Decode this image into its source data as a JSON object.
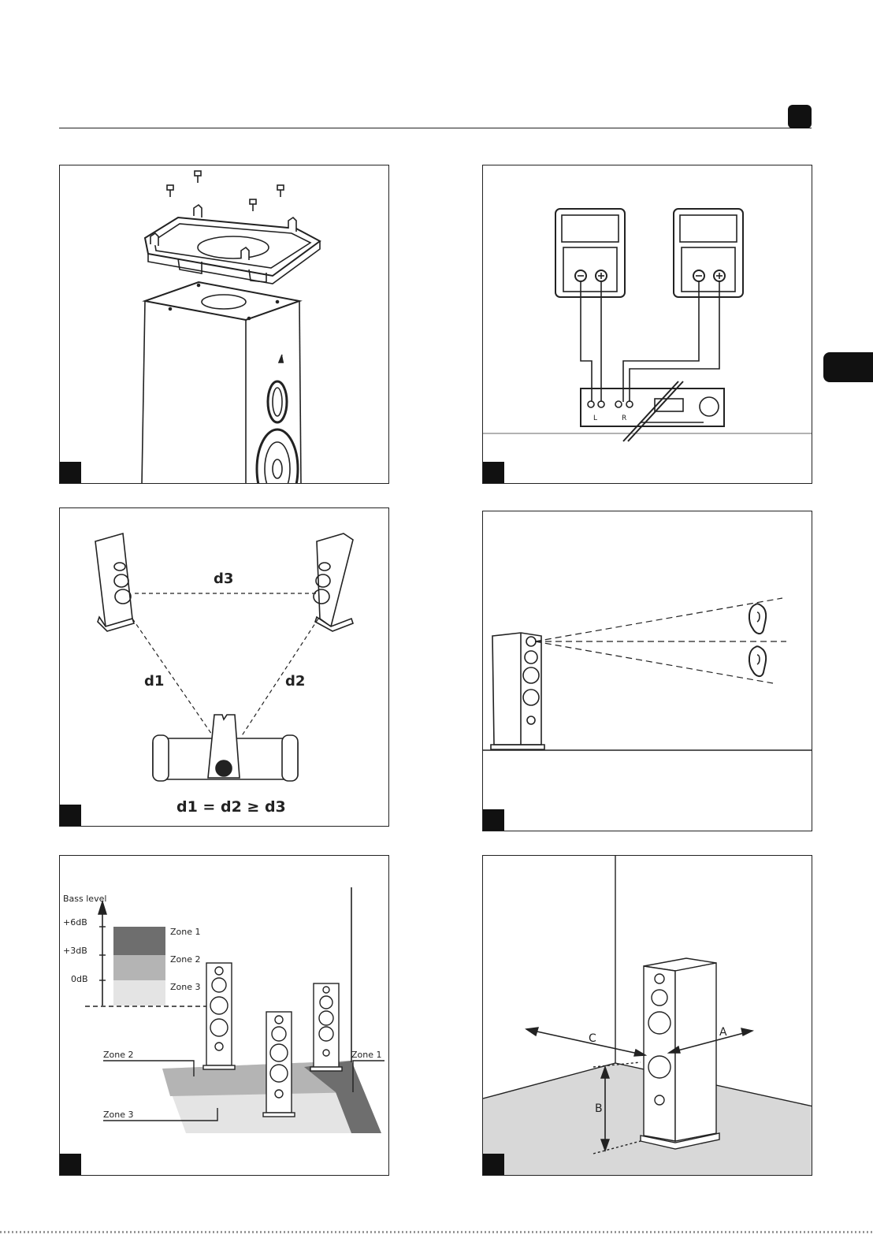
{
  "header": {
    "rule": true
  },
  "panels": {
    "p1": {
      "name": "spike-base-assembly"
    },
    "p2": {
      "name": "amplifier-connection",
      "terminal_left": "L",
      "terminal_right": "R"
    },
    "p3": {
      "name": "listening-triangle",
      "label_d1": "d1",
      "label_d2": "d2",
      "label_d3": "d3",
      "formula": "d1 = d2 ≥ d3"
    },
    "p4": {
      "name": "tweeter-height-ear"
    },
    "p5": {
      "name": "bass-zones",
      "axis_label": "Bass level",
      "tick_6": "+6dB",
      "tick_3": "+3dB",
      "tick_0": "0dB",
      "zone1": "Zone 1",
      "zone2": "Zone 2",
      "zone3": "Zone 3",
      "callout_zone1": "Zone 1",
      "callout_zone2": "Zone 2",
      "callout_zone3": "Zone 3"
    },
    "p6": {
      "name": "wall-distances",
      "label_a": "A",
      "label_b": "B",
      "label_c": "C"
    }
  },
  "colors": {
    "ink": "#111111",
    "zone1": "#6e6e6e",
    "zone2": "#b4b4b4",
    "zone3": "#e4e4e4",
    "floor": "#d8d8d8"
  }
}
